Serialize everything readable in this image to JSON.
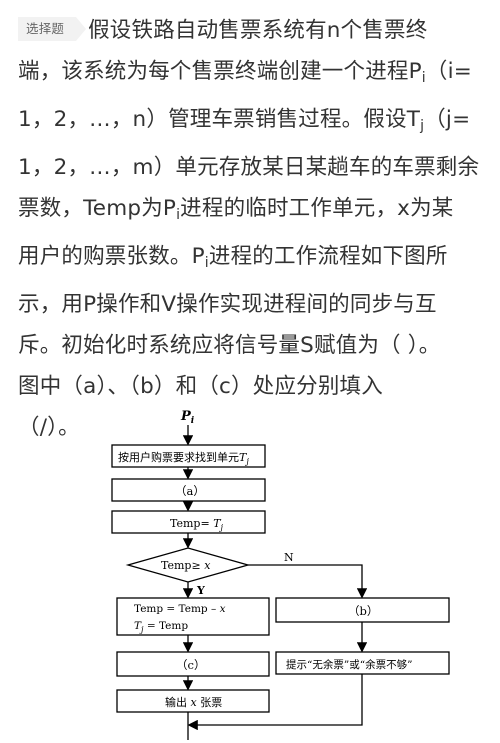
{
  "question": {
    "tag": "选择题",
    "l1_pre": "假设铁路自动售票系统有n个售票终",
    "l2_a": "端，该系统为每个售票终端创建一个进程P",
    "l2_sub": "i",
    "l2_b": "（i=",
    "l3": "1，2，…，n）管理车票销售过程。假设T",
    "l3_sub": "j",
    "l3_b": "（j=",
    "l4": "1，2，…，m）单元存放某日某趟车的车票剩余",
    "l5_a": "票数，Temp为P",
    "l5_sub": "i",
    "l5_b": "进程的临时工作单元，x为某",
    "l6_a": "用户的购票张数。P",
    "l6_sub": "i",
    "l6_b": "进程的工作流程如下图所",
    "l7": "示，用P操作和V操作实现进程间的同步与互",
    "l8": "斥。初始化时系统应将信号量S赋值为（ ）。",
    "l9": "图中（a）、（b）和（c）处应分别填入",
    "l10": "（/）。"
  },
  "flow": {
    "start": "P",
    "start_sub": "i",
    "box_find": "按用户购票要求找到单元",
    "box_find_var": "T",
    "box_find_sub": "j",
    "box_a": "（a）",
    "box_temp": "Temp= ",
    "box_temp_var": "T",
    "box_temp_sub": "j",
    "decision": "Temp≥ ",
    "decision_var": "x",
    "label_yes": "Y",
    "label_no": "N",
    "box_update_1": "Temp = Temp – ",
    "box_update_1_var": "x",
    "box_update_2_var": "T",
    "box_update_2_sub": "j",
    "box_update_2": " = Temp",
    "box_b": "（b）",
    "box_c": "（c）",
    "box_prompt": "提示“无余票”或“余票不够”",
    "box_output_pre": "输出 ",
    "box_output_var": "x",
    "box_output_post": " 张票"
  }
}
